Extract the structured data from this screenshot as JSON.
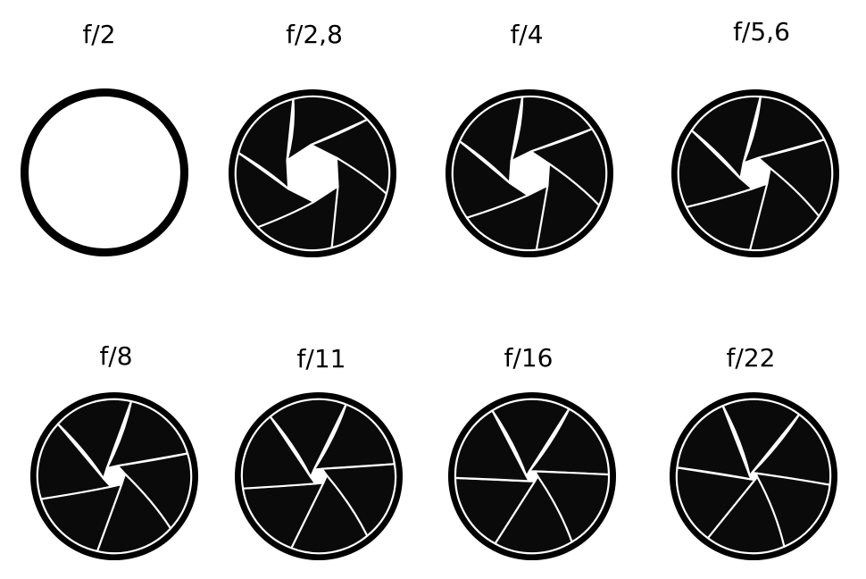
{
  "colors": {
    "background": "#ffffff",
    "ink": "#000000",
    "blade_fill": "#0a0a0a",
    "blade_edge": "#ffffff"
  },
  "apertures": [
    {
      "label": "f/2",
      "opening": 1.0
    },
    {
      "label": "f/2,8",
      "opening": 0.6
    },
    {
      "label": "f/4",
      "opening": 0.46
    },
    {
      "label": "f/5,6",
      "opening": 0.33
    },
    {
      "label": "f/8",
      "opening": 0.23
    },
    {
      "label": "f/11",
      "opening": 0.17
    },
    {
      "label": "f/16",
      "opening": 0.12
    },
    {
      "label": "f/22",
      "opening": 0.08
    }
  ]
}
